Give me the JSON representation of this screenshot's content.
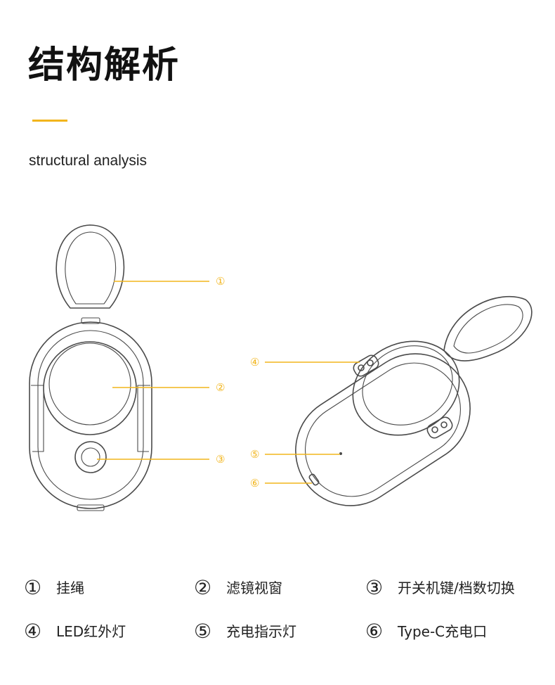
{
  "title": "结构解析",
  "subtitle": "structural analysis",
  "colors": {
    "accent": "#f2b51c",
    "line": "#4a4a4a"
  },
  "callouts": [
    "①",
    "②",
    "③",
    "④",
    "⑤",
    "⑥"
  ],
  "legend": [
    {
      "num": "①",
      "label": "挂绳"
    },
    {
      "num": "②",
      "label": "滤镜视窗"
    },
    {
      "num": "③",
      "label": "开关机键/档数切换"
    },
    {
      "num": "④",
      "label": "LED红外灯"
    },
    {
      "num": "⑤",
      "label": "充电指示灯"
    },
    {
      "num": "⑥",
      "label": "Type-C充电口"
    }
  ]
}
